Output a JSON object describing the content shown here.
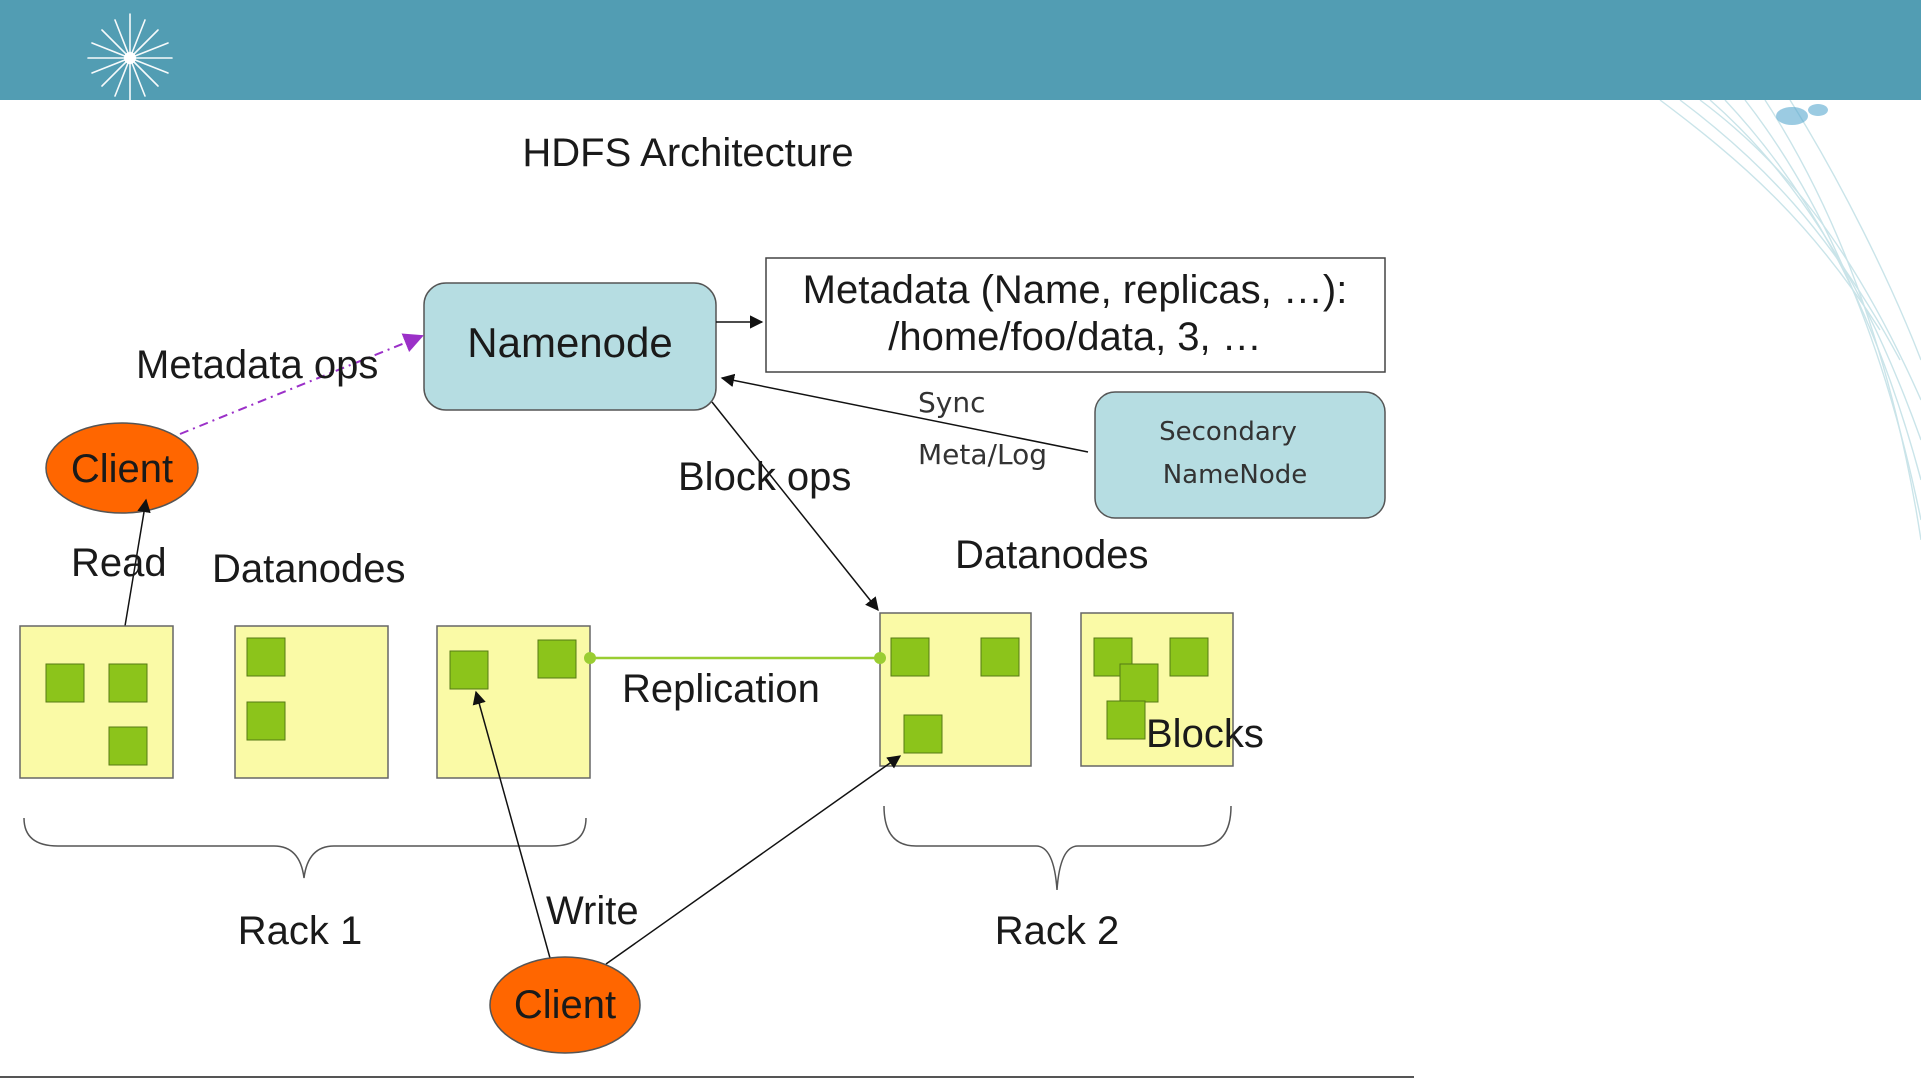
{
  "diagram": {
    "title": "HDFS Architecture",
    "namenode": "Namenode",
    "metadata_line1": "Metadata (Name, replicas, …):",
    "metadata_line2": "/home/foo/data, 3, …",
    "secondary_line1": "Secondary",
    "secondary_line2": "NameNode",
    "sync_label": "Sync",
    "metalog_label": "Meta/Log",
    "metadata_ops": "Metadata ops",
    "block_ops": "Block ops",
    "client_top": "Client",
    "client_bottom": "Client",
    "read_label": "Read",
    "write_label": "Write",
    "datanodes_left": "Datanodes",
    "datanodes_right": "Datanodes",
    "replication_label": "Replication",
    "blocks_label": "Blocks",
    "rack1_label": "Rack 1",
    "rack2_label": "Rack 2"
  },
  "colors": {
    "header_bar": "#529db3",
    "node_fill": "#b6dde2",
    "client_fill": "#ff6600",
    "datanode_fill": "#fafaa6",
    "block_fill": "#8cc41b",
    "replication_line": "#9acd32",
    "metadata_ops_arrow": "#9b30c8"
  },
  "icons": {
    "header": "starburst-icon",
    "background": "feather-decoration"
  }
}
